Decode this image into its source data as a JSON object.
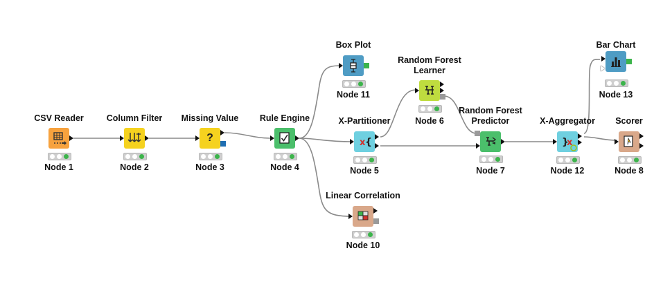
{
  "colors": {
    "reader": "#f7a23e",
    "manipulator": "#f5d21f",
    "learner": "#bfdc3f",
    "predictor": "#4bbf6b",
    "meta": "#6fd0e0",
    "view": "#4f9cc4",
    "other": "#d9a88a",
    "status_ok": "#3cb44b",
    "port_data": "#111111",
    "port_model": "#9a9a9a",
    "port_view_green": "#3cb44b",
    "port_blue": "#1f6fb3"
  },
  "nodes": {
    "csv_reader": {
      "title": "CSV Reader",
      "label": "Node 1",
      "icon": "table-icon"
    },
    "column_filter": {
      "title": "Column Filter",
      "label": "Node 2",
      "icon": "filter-icon"
    },
    "missing_value": {
      "title": "Missing Value",
      "label": "Node 3",
      "icon": "question-icon",
      "glyph": "?"
    },
    "rule_engine": {
      "title": "Rule Engine",
      "label": "Node 4",
      "icon": "rules-icon"
    },
    "x_partitioner": {
      "title": "X-Partitioner",
      "label": "Node 5",
      "icon": "loop-start-icon"
    },
    "rf_learner": {
      "title_line1": "Random Forest",
      "title_line2": "Learner",
      "label": "Node 6",
      "icon": "tree-icon"
    },
    "rf_predictor": {
      "title_line1": "Random Forest",
      "title_line2": "Predictor",
      "label": "Node 7",
      "icon": "predictor-icon"
    },
    "x_aggregator": {
      "title": "X-Aggregator",
      "label": "Node 12",
      "icon": "loop-end-icon"
    },
    "scorer": {
      "title": "Scorer",
      "label": "Node 8",
      "icon": "scorer-icon"
    },
    "box_plot": {
      "title": "Box Plot",
      "label": "Node 11",
      "icon": "boxplot-icon"
    },
    "bar_chart": {
      "title": "Bar Chart",
      "label": "Node 13",
      "icon": "bar-chart-icon"
    },
    "linear_correlation": {
      "title": "Linear Correlation",
      "label": "Node 10",
      "icon": "correlation-icon"
    }
  }
}
